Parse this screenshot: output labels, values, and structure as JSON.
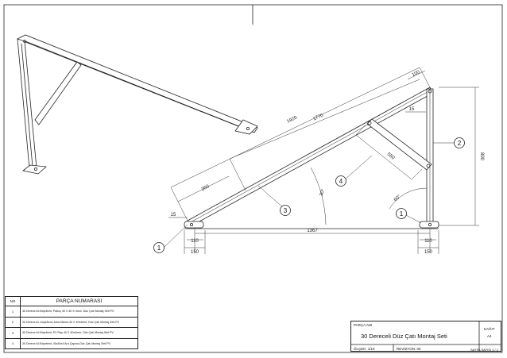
{
  "dimensions": {
    "d1920": "1920",
    "d1770": "1770",
    "d350": "350",
    "d100": "100",
    "d15_top": "15",
    "d15_left": "15",
    "d800": "800",
    "d550": "550",
    "d1367": "1367",
    "d110_left": "110",
    "d150_left": "150",
    "d110_right": "110",
    "d150_right": "150",
    "angle30": "30°",
    "angle60": "60°"
  },
  "balloons": {
    "b1_left": "1",
    "b1_right": "1",
    "b2": "2",
    "b3": "3",
    "b4": "4"
  },
  "parts_table": {
    "header_no": "NO",
    "header_name": "PARÇA NUMARASI",
    "rows": [
      {
        "no": "1",
        "desc": "30 Derece Al.Köşebent, Pabuç 40 X 40 X 4mm, Düz Çatı Montaj Seti PV"
      },
      {
        "no": "2",
        "desc": "30 Derece Al. Köşebent, Arka Dikme,40 X 40x4mm, Düz Çatı Montaj Seti PV"
      },
      {
        "no": "3",
        "desc": "30 Derece Al.Köşebent, PV Ray 40 X 40x4mm, Düz Çatı Montaj Seti PV"
      },
      {
        "no": "4",
        "desc": "30 Derece Al.Köşebent, 40x40x4 Ara Çapraz,Düz Çatı Montaj Seti PV"
      }
    ]
  },
  "title_block": {
    "part_name_label": "PARÇA ADI",
    "part_name": "30 Dereceli Düz Çatı Montaj Seti",
    "paper_label": "KAĞIT",
    "paper_value": "A4",
    "scale_label": "ÖLÇEK: 1/10",
    "revision_label": "REVİZYON: 00",
    "sheet_label": "SAYFA SAYISI 1 / 1"
  }
}
